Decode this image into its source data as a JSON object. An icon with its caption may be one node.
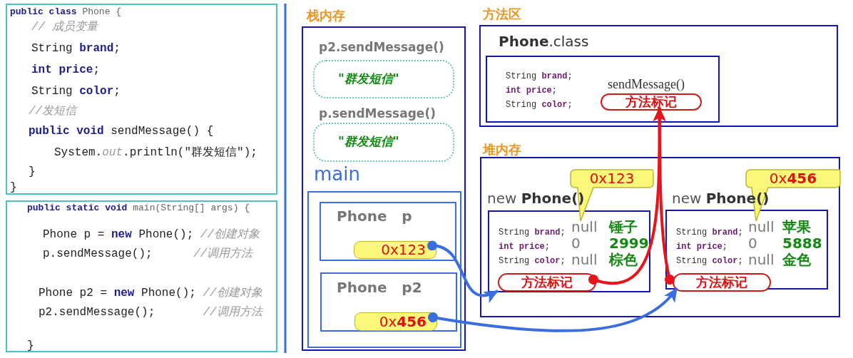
{
  "diagram": {
    "nodes": [
      {
        "text": [
          "**public class** Phone {",
          "*// 成员变量*",
          "String **brand**;",
          "**int price**;",
          "String **color**;",
          "*//发短信*",
          "**public void** sendMessage() {",
          "System.*out*.println(\"群发短信\");",
          "}",
          "}"
        ]
      },
      {
        "text": [
          "**public static void** main(String[] args) {",
          "Phone p = **new** Phone(); *//创建对象*",
          "p.sendMessage();      *//调用方法*",
          "Phone p2 = **new** Phone(); *//创建对象*",
          "p2.sendMessage();       *//调用方法*",
          "}"
        ]
      },
      {
        "text": [
          "栈内存"
        ]
      },
      {
        "text": [
          "p2.sendMessage()",
          "\"群发短信\""
        ],
        "in": 2
      },
      {
        "text": [
          "p.sendMessage()",
          "\"群发短信\""
        ],
        "in": 2
      },
      {
        "text": [
          "main"
        ],
        "in": 2
      },
      {
        "text": [
          "Phone   p"
        ],
        "in": 5
      },
      {
        "text": [
          "0x123"
        ],
        "in": 6
      },
      {
        "text": [
          "Phone   p2"
        ],
        "in": 5
      },
      {
        "text": [
          "0x**456**"
        ],
        "in": 8
      },
      {
        "text": [
          "方法区"
        ]
      },
      {
        "text": [
          "**Phone**.class",
          "String **brand**;",
          "**int price**;",
          "String **color**;",
          "sendMessage()"
        ],
        "in": 10
      },
      {
        "text": [
          "方法标记"
        ],
        "in": 11
      },
      {
        "text": [
          "堆内存"
        ]
      },
      {
        "text": [
          "new **Phone()**",
          "String **brand**;",
          "null",
          "锤子",
          "**int price**;",
          "0",
          "2999",
          "String **color**;",
          "null",
          "棕色"
        ],
        "in": 13
      },
      {
        "text": [
          "方法标记"
        ],
        "in": 14
      },
      {
        "text": [
          "0x123"
        ],
        "in": 13
      },
      {
        "text": [
          "new **Phone()**",
          "String **brand**;",
          "null",
          "苹果",
          "**int price**;",
          "0",
          "5888",
          "String **color**;",
          "null",
          "金色"
        ],
        "in": 13
      },
      {
        "text": [
          "方法标记"
        ],
        "in": 17
      },
      {
        "text": [
          "0x**456**"
        ],
        "in": 13
      }
    ],
    "edges": [
      {
        "from": 7,
        "to": 14,
        "arrow": "to"
      },
      {
        "from": 9,
        "to": 17,
        "arrow": "to"
      },
      {
        "from": 15,
        "to": 12,
        "arrow": "to",
        "color": "#e8141b"
      },
      {
        "from": 18,
        "to": 12,
        "arrow": "to",
        "color": "#e8141b"
      }
    ]
  }
}
